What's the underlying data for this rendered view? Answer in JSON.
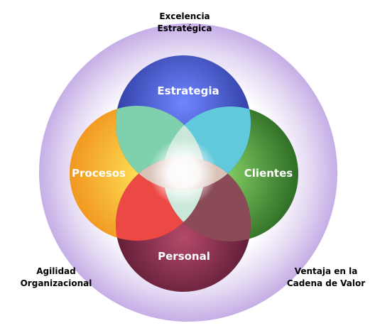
{
  "outer_labels": {
    "top": [
      "Excelencia",
      "Estratégica"
    ],
    "left": [
      "Agilidad",
      "Organizacional"
    ],
    "right": [
      "Ventaja en la",
      "Cadena de Valor"
    ]
  },
  "circles": {
    "top": "Estrategia",
    "left": "Procesos",
    "right": "Clientes",
    "bottom": "Personal"
  },
  "colors": {
    "ring_outer": "#c9b5e6",
    "ring_inner": "#ffffff",
    "estrategia": "#2a3aa6",
    "procesos": "#f2b51b",
    "clientes": "#3b8a2c",
    "personal": "#6e1a3a",
    "overlap_top_left": "#7cd2b0",
    "overlap_top_right": "#6ad2df",
    "overlap_bottom_left": "#ef4a45",
    "overlap_bottom_right": "#8a5a5c",
    "center_glow": "#ffffff"
  }
}
